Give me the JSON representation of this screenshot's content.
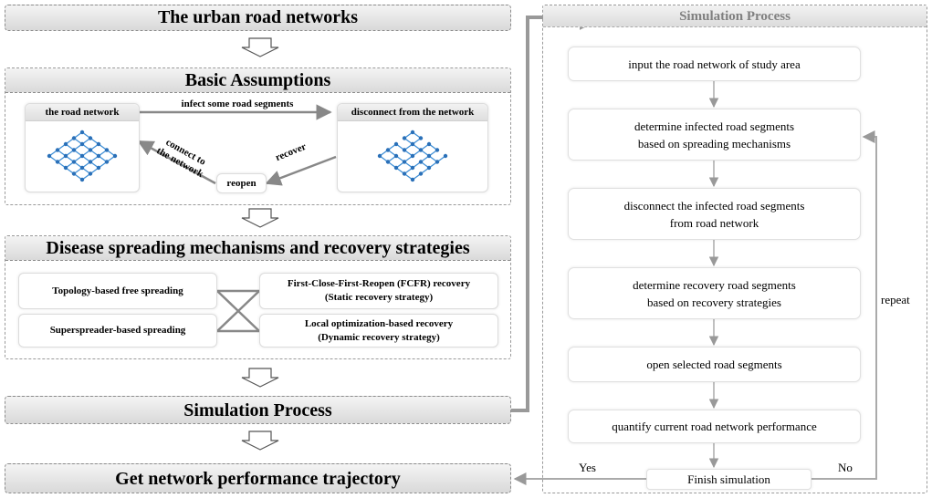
{
  "left": {
    "title_top": "The urban road networks",
    "assumptions": {
      "title": "Basic Assumptions",
      "road_network_label": "the road network",
      "infect_label": "infect some road segments",
      "disconnect_label": "disconnect from the network",
      "recover_label": "recover",
      "reopen_label": "reopen",
      "connect_label_1": "connect to",
      "connect_label_2": "the network"
    },
    "mechanisms": {
      "title": "Disease spreading mechanisms and recovery strategies",
      "spreading": [
        "Topology-based free spreading",
        "Superspreader-based spreading"
      ],
      "recovery": [
        {
          "line1": "First-Close-First-Reopen (FCFR) recovery",
          "line2": "(Static recovery strategy)"
        },
        {
          "line1": "Local optimization-based recovery",
          "line2": "(Dynamic recovery strategy)"
        }
      ]
    },
    "simulation_bar": "Simulation Process",
    "result_bar": "Get network performance trajectory"
  },
  "right": {
    "title": "Simulation Process",
    "steps": [
      {
        "line1": "input the road network of study area",
        "line2": ""
      },
      {
        "line1": "determine infected road segments",
        "line2": "based on spreading mechanisms"
      },
      {
        "line1": "disconnect the infected road segments",
        "line2": "from road network"
      },
      {
        "line1": "determine recovery road segments",
        "line2": "based on recovery strategies"
      },
      {
        "line1": "open selected road segments",
        "line2": ""
      },
      {
        "line1": "quantify current road network performance",
        "line2": ""
      }
    ],
    "finish": "Finish simulation",
    "yes": "Yes",
    "no": "No",
    "repeat": "repeat"
  },
  "colors": {
    "node": "#2a70b8",
    "edge": "#3f8fd6",
    "arrow": "#999999"
  }
}
